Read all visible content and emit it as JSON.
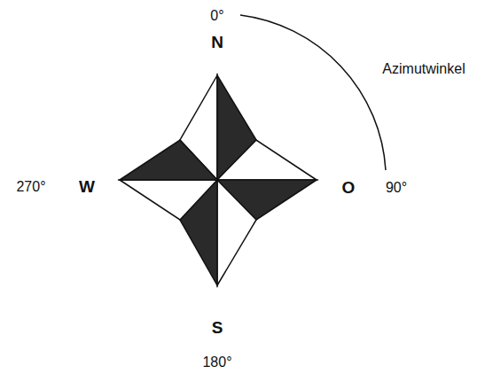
{
  "diagram": {
    "labels": [
      "0°",
      "N",
      "Azimutwinkel",
      "270°",
      "W",
      "O",
      "90°",
      "S",
      "180°"
    ]
  }
}
